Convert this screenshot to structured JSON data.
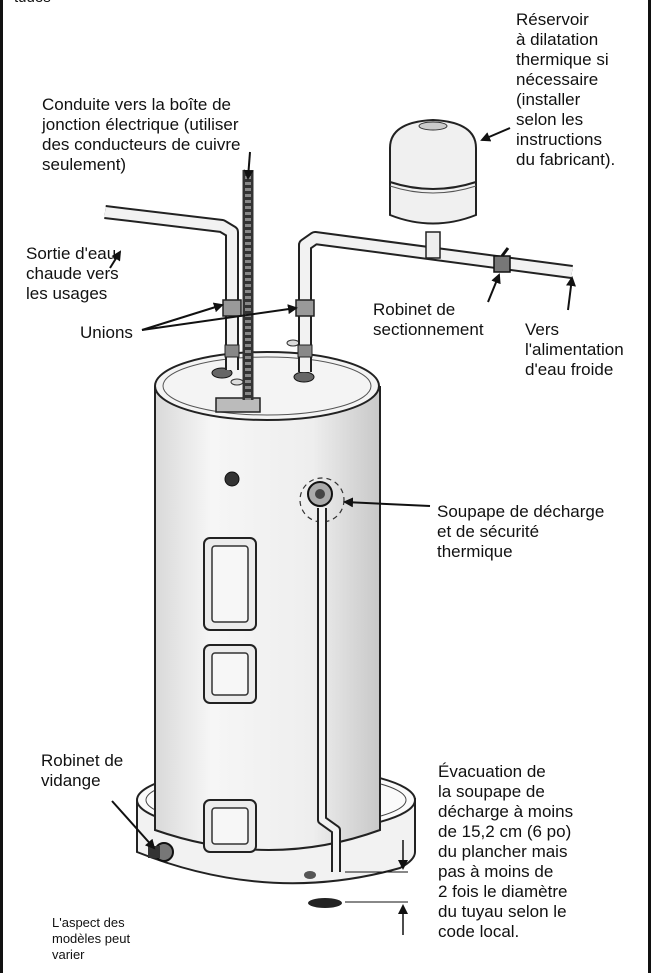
{
  "labels": {
    "top_cut": "tudes",
    "expansion_tank": "Réservoir\nà dilatation\nthermique si\nnécessaire\n(installer\nselon les\ninstructions\ndu fabricant).",
    "conduit": "Conduite vers la boîte de\njonction électrique (utiliser\ndes conducteurs de cuivre\nseulement)",
    "hot_outlet": "Sortie d'eau\nchaude vers\nles usages",
    "unions": "Unions",
    "shutoff_valve": "Robinet de\nsectionnement",
    "cold_supply": "Vers\nl'alimentation\nd'eau froide",
    "relief_valve": "Soupape de décharge\net de sécurité\nthermique",
    "drain_valve": "Robinet de\nvidange",
    "discharge": "Évacuation de\nla soupape de\ndécharge à moins\nde 15,2 cm (6 po)\ndu plancher mais\npas à moins de\n2 fois le diamètre\ndu tuyau selon le\ncode local.",
    "disclaimer": "L'aspect des\nmodèles peut\nvarier"
  }
}
